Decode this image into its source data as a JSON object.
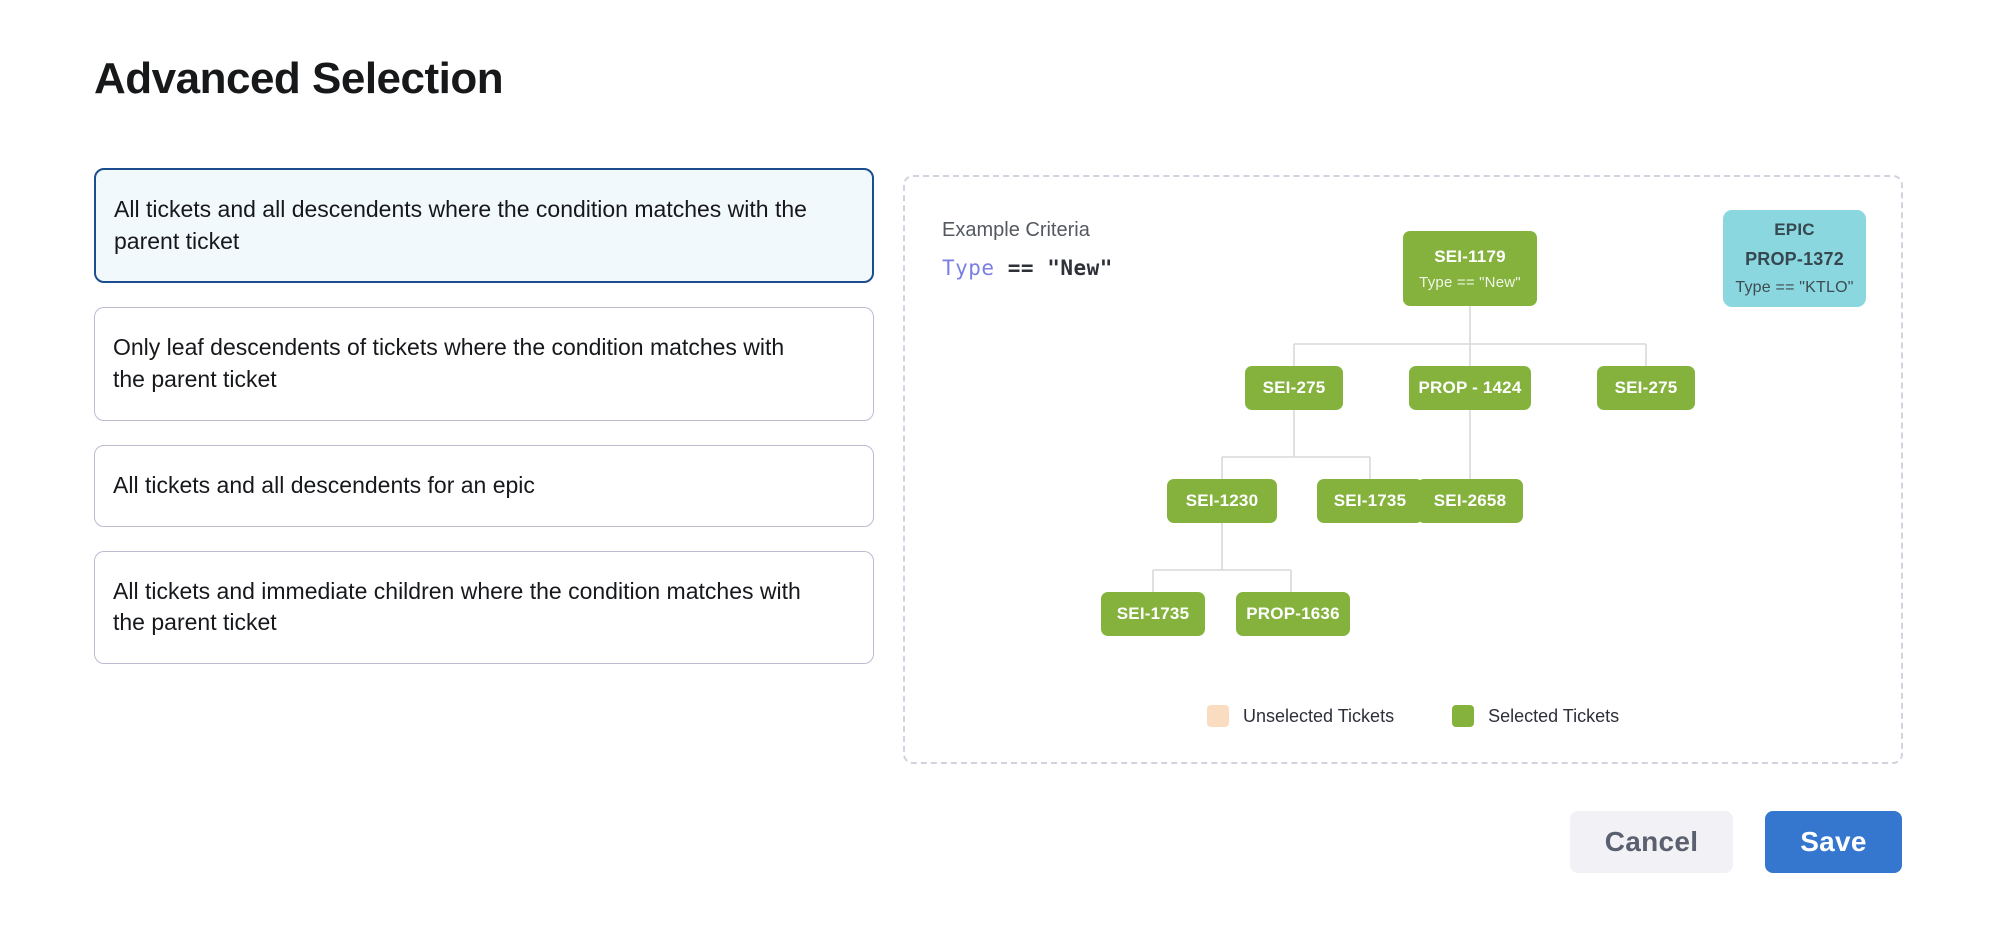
{
  "page": {
    "title": "Advanced Selection"
  },
  "options": [
    {
      "label": "All tickets and all descendents where the condition matches with the parent ticket",
      "selected": true
    },
    {
      "label": "Only leaf descendents of tickets where the condition matches with the parent ticket",
      "selected": false
    },
    {
      "label": "All tickets and all descendents for an epic",
      "selected": false
    },
    {
      "label": "All tickets and immediate children where the condition matches with the parent ticket",
      "selected": false
    }
  ],
  "diagram": {
    "criteria_title": "Example Criteria",
    "criteria_keyword": "Type",
    "criteria_operator": "==",
    "criteria_value": "\"New\"",
    "nodes": {
      "root": {
        "id": "SEI-1179",
        "sub": "Type == \"New\""
      },
      "epic": {
        "line1": "EPIC",
        "line2": "PROP-1372",
        "line3": "Type == \"KTLO\""
      },
      "r2a": {
        "id": "SEI-275"
      },
      "r2b": {
        "id": "PROP - 1424"
      },
      "r2c": {
        "id": "SEI-275"
      },
      "r3a": {
        "id": "SEI-1230"
      },
      "r3b": {
        "id": "SEI-1735"
      },
      "r3c": {
        "id": "SEI-2658"
      },
      "r4a": {
        "id": "SEI-1735"
      },
      "r4b": {
        "id": "PROP-1636"
      }
    },
    "legend": [
      {
        "label": "Unselected Tickets",
        "color": "#fadcc0"
      },
      {
        "label": "Selected Tickets",
        "color": "#84b23d"
      }
    ]
  },
  "footer": {
    "cancel_label": "Cancel",
    "save_label": "Save"
  },
  "colors": {
    "selected_node": "#84b23d",
    "unselected_node": "#fadcc0",
    "epic_node": "#8ad7e0",
    "primary_button": "#3576ce",
    "selected_card_border": "#1c4e8f",
    "selected_card_bg": "#f2f9fc",
    "keyword": "#7b7fe3",
    "connector_line": "#d8d8d8"
  }
}
